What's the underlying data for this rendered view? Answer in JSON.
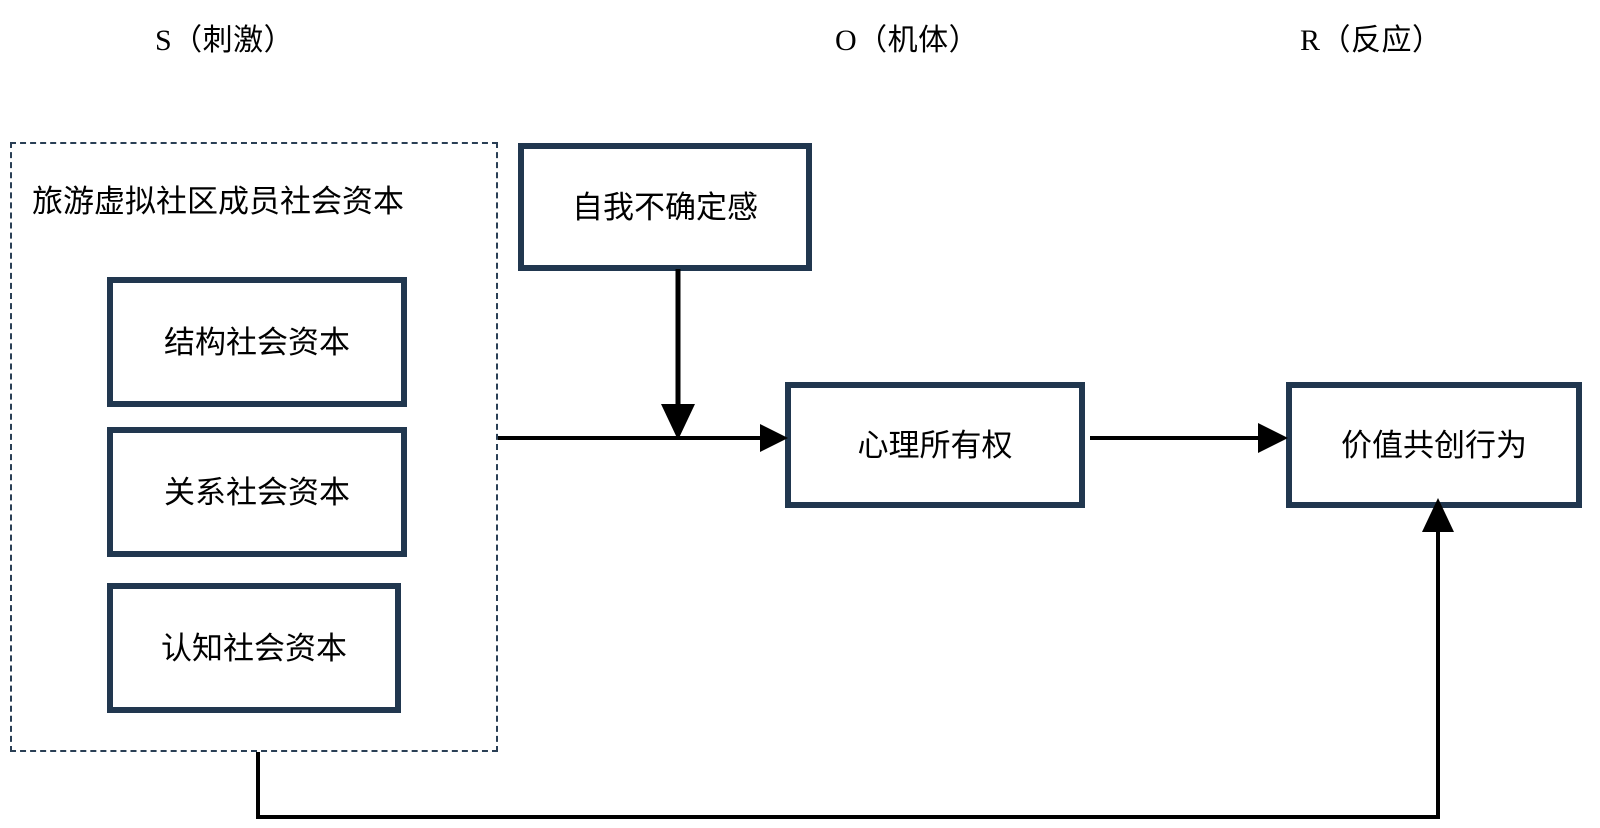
{
  "diagram": {
    "title_bar": {
      "stages": [
        {
          "key": "stimulus",
          "label": "S（刺激）"
        },
        {
          "key": "organism",
          "label": "O（机体）"
        },
        {
          "key": "response",
          "label": "R（反应）"
        }
      ]
    },
    "stimulus_group": {
      "label": "旅游虚拟社区成员社会资本",
      "border_style": "dashed",
      "border_color": "#2A3F55",
      "items": [
        {
          "key": "structural",
          "label": "结构社会资本"
        },
        {
          "key": "relational",
          "label": "关系社会资本"
        },
        {
          "key": "cognitive",
          "label": "认知社会资本"
        }
      ]
    },
    "nodes": {
      "uncertainty": {
        "label": "自我不确定感",
        "stage": "organism"
      },
      "ownership": {
        "label": "心理所有权",
        "stage": "organism"
      },
      "cocreation": {
        "label": "价值共创行为",
        "stage": "response"
      }
    },
    "edges": [
      {
        "key": "capital-to-ownership",
        "from": "旅游虚拟社区成员社会资本",
        "to": "心理所有权",
        "type": "arrow",
        "direction": "right"
      },
      {
        "key": "uncertainty-moderation",
        "from": "自我不确定感",
        "to": "capital-to-ownership",
        "type": "arrow",
        "direction": "down"
      },
      {
        "key": "ownership-to-cocreation",
        "from": "心理所有权",
        "to": "价值共创行为",
        "type": "arrow",
        "direction": "right"
      },
      {
        "key": "cocreation-feedback",
        "from": "旅游虚拟社区成员社会资本",
        "to": "价值共创行为",
        "type": "arrow",
        "direction": "up"
      }
    ],
    "colors": {
      "node_border": "#21374F",
      "group_border": "#2A3F55",
      "connector": "#000000",
      "background": "#FFFFFF",
      "text": "#000000"
    }
  }
}
